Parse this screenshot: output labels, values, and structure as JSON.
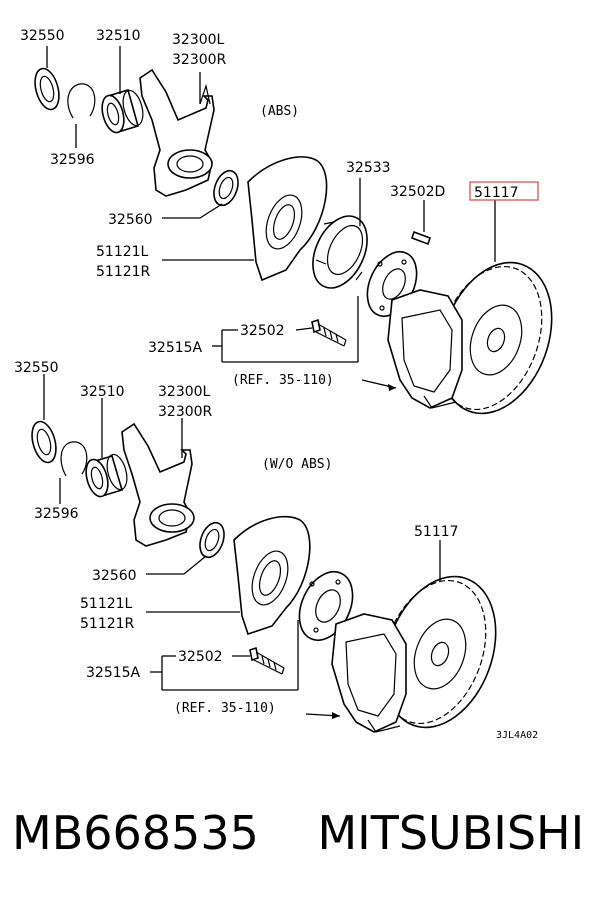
{
  "highlight_color": "#d9534f",
  "top": {
    "section_label": "(ABS)",
    "labels": {
      "p32550": "32550",
      "p32510": "32510",
      "p32300L": "32300L",
      "p32300R": "32300R",
      "p32596": "32596",
      "p32560": "32560",
      "p32533": "32533",
      "p32502D": "32502D",
      "p51117": "51117",
      "p51121L": "51121L",
      "p51121R": "51121R",
      "p32502": "32502",
      "p32515A": "32515A",
      "ref": "(REF. 35-110)"
    }
  },
  "bottom": {
    "section_label": "(W/O ABS)",
    "labels": {
      "p32550": "32550",
      "p32510": "32510",
      "p32300L": "32300L",
      "p32300R": "32300R",
      "p32596": "32596",
      "p32560": "32560",
      "p51117": "51117",
      "p51121L": "51121L",
      "p51121R": "51121R",
      "p32502": "32502",
      "p32515A": "32515A",
      "ref": "(REF. 35-110)"
    }
  },
  "drawing_code": "3JL4A02",
  "footer": {
    "part_number": "MB668535",
    "brand": "MITSUBISHI"
  }
}
